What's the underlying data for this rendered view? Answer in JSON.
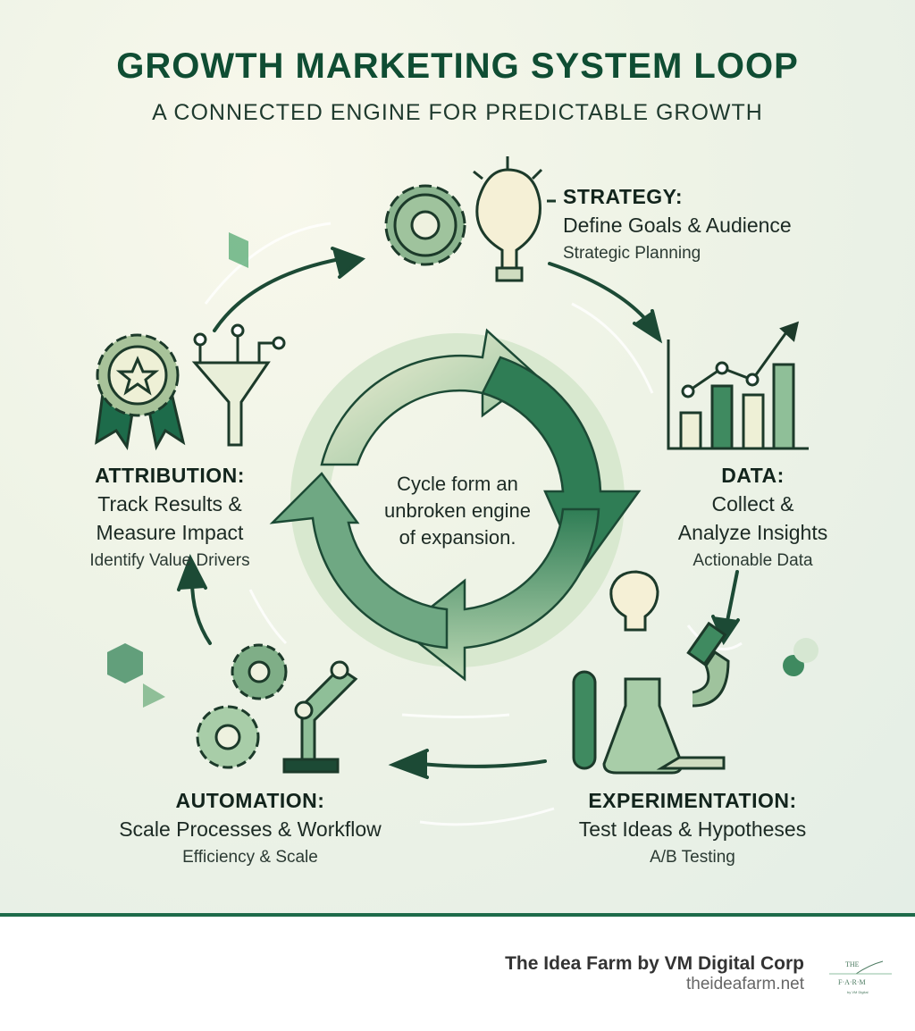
{
  "header": {
    "title": "GROWTH MARKETING SYSTEM LOOP",
    "subtitle": "A CONNECTED ENGINE FOR PREDICTABLE GROWTH"
  },
  "center": {
    "line1": "Cycle form an",
    "line2": "unbroken engine",
    "line3": "of expansion."
  },
  "stages": {
    "strategy": {
      "title": "STRATEGY:",
      "desc": "Define Goals & Audience",
      "note": "Strategic Planning",
      "icon": "gear-lightbulb-icon"
    },
    "data": {
      "title": "DATA:",
      "desc1": "Collect &",
      "desc2": "Analyze Insights",
      "note": "Actionable Data",
      "icon": "bar-chart-icon"
    },
    "experimentation": {
      "title": "EXPERIMENTATION:",
      "desc": "Test Ideas & Hypotheses",
      "note": "A/B Testing",
      "icon": "lab-flask-microscope-icon"
    },
    "automation": {
      "title": "AUTOMATION:",
      "desc": "Scale Processes & Workflow",
      "note": "Efficiency & Scale",
      "icon": "gears-robot-arm-icon"
    },
    "attribution": {
      "title": "ATTRIBUTION:",
      "desc1": "Track Results &",
      "desc2": "Measure Impact",
      "note": "Identify Value Drivers",
      "icon": "award-funnel-icon"
    }
  },
  "colors": {
    "title": "#0f4d33",
    "dark_green": "#1d6b4a",
    "mid_green": "#5e9e78",
    "light_green": "#cfe3c4"
  },
  "footer": {
    "name": "The Idea Farm by VM Digital Corp",
    "url": "theideafarm.net",
    "logo_text": "THE idea FARM by VM Digital"
  }
}
